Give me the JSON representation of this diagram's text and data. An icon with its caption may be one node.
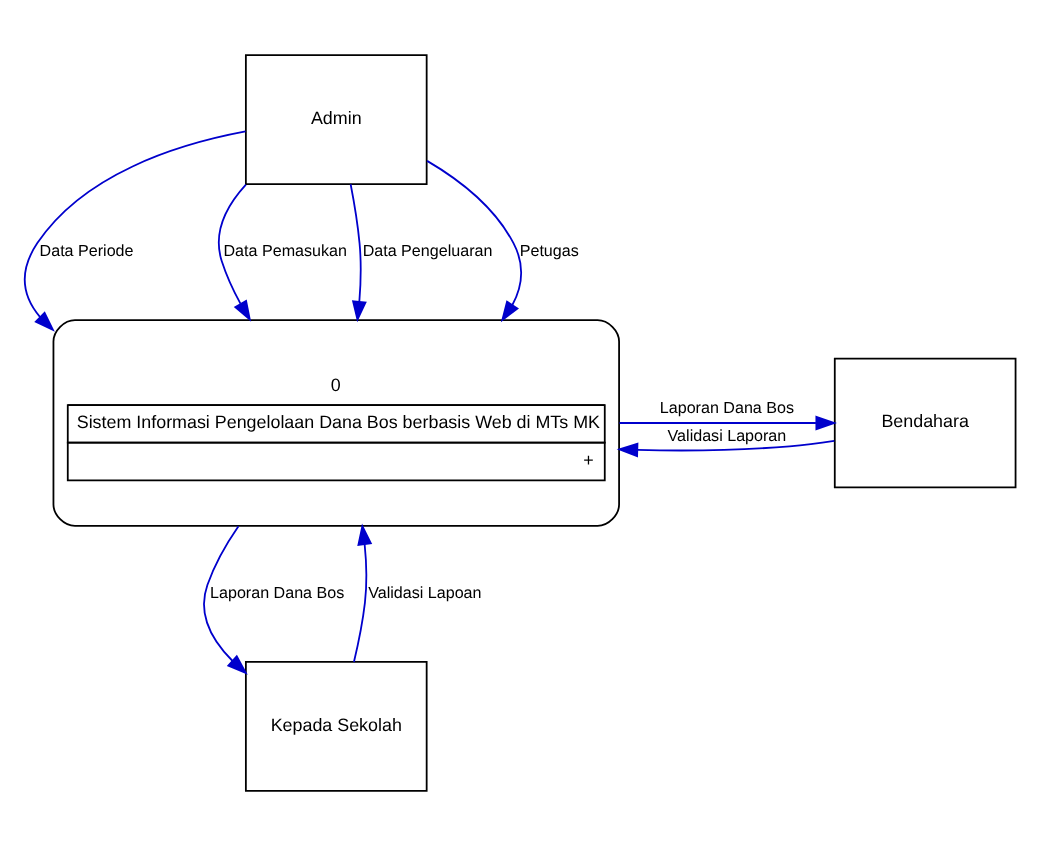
{
  "diagram": {
    "nodes": [
      {
        "text": [
          "Admin"
        ]
      },
      {
        "text": [
          "0",
          "Sistem Informasi Pengelolaan Dana Bos berbasis Web di MTs MK",
          "+"
        ]
      },
      {
        "text": [
          "Bendahara"
        ]
      },
      {
        "text": [
          "Kepada Sekolah"
        ]
      }
    ],
    "edges": [
      {
        "from": 0,
        "to": 1,
        "arrow": "to",
        "label": "Data Periode"
      },
      {
        "from": 0,
        "to": 1,
        "arrow": "to",
        "label": "Data Pemasukan"
      },
      {
        "from": 0,
        "to": 1,
        "arrow": "to",
        "label": "Data Pengeluaran"
      },
      {
        "from": 0,
        "to": 1,
        "arrow": "to",
        "label": "Petugas"
      },
      {
        "from": 1,
        "to": 2,
        "arrow": "to",
        "label": "Laporan Dana Bos"
      },
      {
        "from": 2,
        "to": 1,
        "arrow": "to",
        "label": "Validasi Laporan"
      },
      {
        "from": 3,
        "to": 1,
        "arrow": "to",
        "label": "Validasi Lapoan"
      },
      {
        "from": 1,
        "to": 3,
        "arrow": "to",
        "label": "Laporan Dana Bos"
      }
    ]
  }
}
